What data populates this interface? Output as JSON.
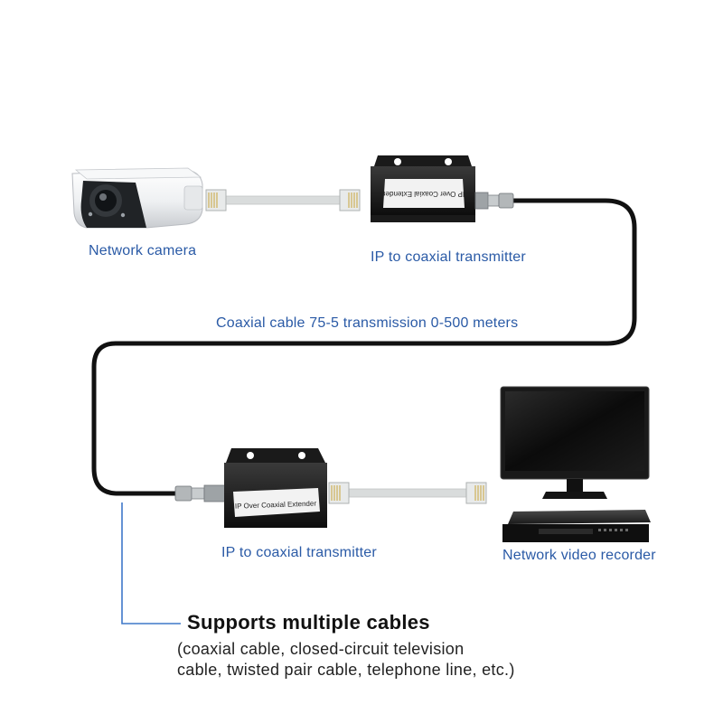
{
  "labels": {
    "camera": "Network camera",
    "transmitter_top": "IP to coaxial transmitter",
    "coax_cable": "Coaxial cable 75-5 transmission 0-500 meters",
    "transmitter_bottom": "IP to coaxial transmitter",
    "nvr": "Network video recorder"
  },
  "device_text": {
    "extender_top": "IP Over Coaxial Extender",
    "extender_bottom": "IP Over Coaxial Extender"
  },
  "note": {
    "title": "Supports multiple cables",
    "line1": "(coaxial cable, closed-circuit television",
    "line2": "cable, twisted pair cable, telephone line, etc.)"
  },
  "colors": {
    "label_blue": "#2a5aa6",
    "leader_line": "#3f78c9",
    "coax_cable": "#111111",
    "ethernet_cable": "#d9dcdc"
  }
}
